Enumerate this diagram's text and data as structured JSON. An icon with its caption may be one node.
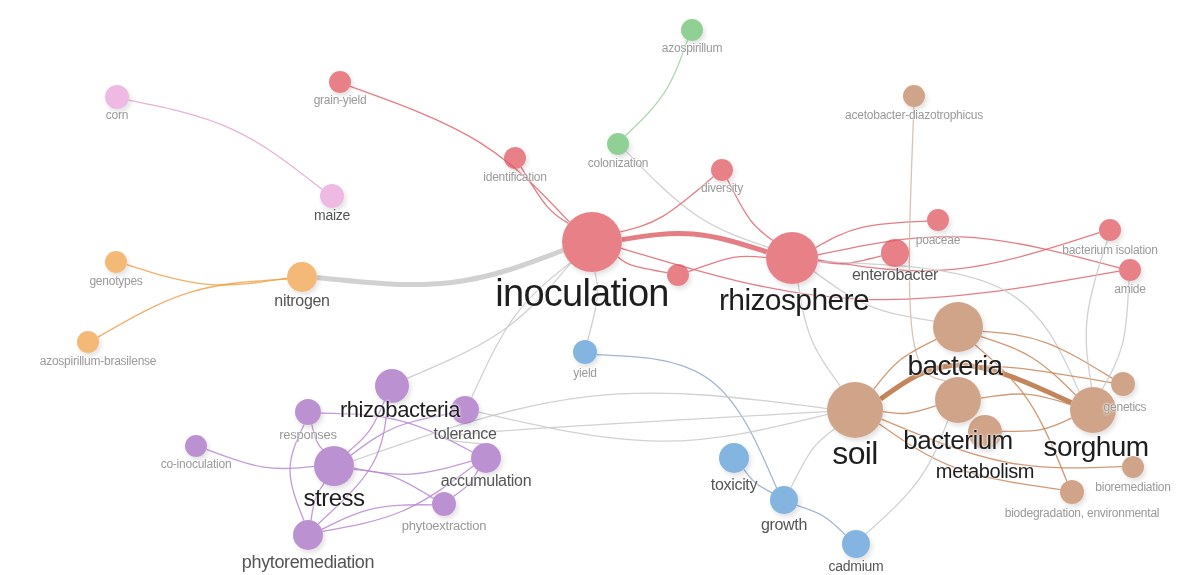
{
  "diagram": {
    "nodes": [
      {
        "text": [
          "corn"
        ]
      },
      {
        "text": [
          "maize"
        ]
      },
      {
        "text": [
          "genotypes"
        ]
      },
      {
        "text": [
          "nitrogen"
        ]
      },
      {
        "text": [
          "azospirillum-brasilense"
        ]
      },
      {
        "text": [
          "grain-yield"
        ]
      },
      {
        "text": [
          "identification"
        ]
      },
      {
        "text": [
          "azospirillum"
        ]
      },
      {
        "text": [
          "colonization"
        ]
      },
      {
        "text": [
          "diversity"
        ]
      },
      {
        "text": [
          "acetobacter-diazotrophicus"
        ]
      },
      {
        "text": [
          "poaceae"
        ]
      },
      {
        "text": [
          "bacterium isolation"
        ]
      },
      {
        "text": [
          "amide"
        ]
      },
      {
        "text": [
          "inoculation"
        ]
      },
      {
        "text": [],
        "shape": "circle"
      },
      {
        "text": [
          "rhizosphere"
        ]
      },
      {
        "text": [
          "enterobacter"
        ]
      },
      {
        "text": [
          "bacteria"
        ]
      },
      {
        "text": [
          "soil"
        ]
      },
      {
        "text": [
          "bacterium"
        ]
      },
      {
        "text": [
          "metabolism"
        ]
      },
      {
        "text": [
          "sorghum"
        ]
      },
      {
        "text": [
          "genetics"
        ]
      },
      {
        "text": [
          "bioremediation"
        ]
      },
      {
        "text": [
          "biodegradation, environmental"
        ]
      },
      {
        "text": [
          "yield"
        ]
      },
      {
        "text": [
          "toxicity"
        ]
      },
      {
        "text": [
          "growth"
        ]
      },
      {
        "text": [
          "cadmium"
        ]
      },
      {
        "text": [
          "rhizobacteria"
        ]
      },
      {
        "text": [
          "responses"
        ]
      },
      {
        "text": [
          "tolerance"
        ]
      },
      {
        "text": [
          "co-inoculation"
        ]
      },
      {
        "text": [
          "stress"
        ]
      },
      {
        "text": [
          "accumulation"
        ]
      },
      {
        "text": [
          "phytoextraction"
        ]
      },
      {
        "text": [
          "phytoremediation"
        ]
      }
    ],
    "edges": [
      {
        "from": 0,
        "to": 1,
        "arrow": "none",
        "color": "#e2a4cf"
      },
      {
        "from": 2,
        "to": 3,
        "arrow": "none",
        "color": "#f0a24a"
      },
      {
        "from": 4,
        "to": 3,
        "arrow": "none",
        "color": "#f0a24a"
      },
      {
        "from": 3,
        "to": 14,
        "arrow": "none",
        "style": "thick"
      },
      {
        "from": 5,
        "to": 14,
        "arrow": "none",
        "color": "#e06670"
      },
      {
        "from": 6,
        "to": 14,
        "arrow": "none",
        "color": "#e06670"
      },
      {
        "from": 7,
        "to": 8,
        "arrow": "none",
        "color": "#9fd49f"
      },
      {
        "from": 8,
        "to": 16,
        "arrow": "none"
      },
      {
        "from": 9,
        "to": 14,
        "arrow": "none",
        "color": "#e06670"
      },
      {
        "from": 9,
        "to": 16,
        "arrow": "none",
        "color": "#e06670"
      },
      {
        "from": 14,
        "to": 16,
        "arrow": "none",
        "style": "thick",
        "color": "#e06670"
      },
      {
        "from": 14,
        "to": 15,
        "arrow": "none",
        "color": "#e06670"
      },
      {
        "from": 15,
        "to": 16,
        "arrow": "none",
        "color": "#e06670"
      },
      {
        "from": 16,
        "to": 17,
        "arrow": "none",
        "color": "#e06670"
      },
      {
        "from": 16,
        "to": 11,
        "arrow": "none",
        "color": "#e06670"
      },
      {
        "from": 16,
        "to": 12,
        "arrow": "none",
        "color": "#e06670"
      },
      {
        "from": 16,
        "to": 13,
        "arrow": "none",
        "color": "#e06670"
      },
      {
        "from": 14,
        "to": 13,
        "arrow": "none",
        "color": "#e06670"
      },
      {
        "from": 10,
        "to": 20,
        "arrow": "none",
        "color": "#d2b8a8"
      },
      {
        "from": 16,
        "to": 18,
        "arrow": "none"
      },
      {
        "from": 16,
        "to": 22,
        "arrow": "none"
      },
      {
        "from": 16,
        "to": 19,
        "arrow": "none"
      },
      {
        "from": 18,
        "to": 22,
        "arrow": "none",
        "color": "#c8875a"
      },
      {
        "from": 18,
        "to": 19,
        "arrow": "none",
        "color": "#c8875a"
      },
      {
        "from": 19,
        "to": 22,
        "arrow": "none",
        "style": "thick",
        "color": "#b8703e"
      },
      {
        "from": 19,
        "to": 20,
        "arrow": "none",
        "color": "#c8875a"
      },
      {
        "from": 20,
        "to": 22,
        "arrow": "none",
        "color": "#c8875a"
      },
      {
        "from": 19,
        "to": 23,
        "arrow": "none",
        "color": "#c8875a"
      },
      {
        "from": 18,
        "to": 23,
        "arrow": "none",
        "color": "#c8875a"
      },
      {
        "from": 21,
        "to": 22,
        "arrow": "none",
        "color": "#c8875a"
      },
      {
        "from": 19,
        "to": 24,
        "arrow": "none",
        "color": "#c8875a"
      },
      {
        "from": 19,
        "to": 25,
        "arrow": "none",
        "color": "#c8875a"
      },
      {
        "from": 18,
        "to": 25,
        "arrow": "none",
        "color": "#c8875a"
      },
      {
        "from": 12,
        "to": 22,
        "arrow": "none"
      },
      {
        "from": 13,
        "to": 22,
        "arrow": "none"
      },
      {
        "from": 26,
        "to": 14,
        "arrow": "none"
      },
      {
        "from": 26,
        "to": 28,
        "arrow": "none",
        "color": "#8fa8c8"
      },
      {
        "from": 27,
        "to": 28,
        "arrow": "none",
        "color": "#8fa8c8"
      },
      {
        "from": 28,
        "to": 29,
        "arrow": "none",
        "color": "#8fa8c8"
      },
      {
        "from": 29,
        "to": 20,
        "arrow": "none"
      },
      {
        "from": 28,
        "to": 19,
        "arrow": "none"
      },
      {
        "from": 30,
        "to": 14,
        "arrow": "none"
      },
      {
        "from": 32,
        "to": 14,
        "arrow": "none"
      },
      {
        "from": 32,
        "to": 19,
        "arrow": "none"
      },
      {
        "from": 34,
        "to": 19,
        "arrow": "none"
      },
      {
        "from": 35,
        "to": 19,
        "arrow": "none"
      },
      {
        "from": 30,
        "to": 34,
        "arrow": "none",
        "color": "#b88ad0"
      },
      {
        "from": 31,
        "to": 34,
        "arrow": "none",
        "color": "#b88ad0"
      },
      {
        "from": 31,
        "to": 35,
        "arrow": "none",
        "color": "#b88ad0"
      },
      {
        "from": 33,
        "to": 34,
        "arrow": "none",
        "color": "#b88ad0"
      },
      {
        "from": 34,
        "to": 32,
        "arrow": "none",
        "color": "#b88ad0"
      },
      {
        "from": 34,
        "to": 35,
        "arrow": "none",
        "color": "#b88ad0"
      },
      {
        "from": 34,
        "to": 36,
        "arrow": "none",
        "color": "#b88ad0"
      },
      {
        "from": 34,
        "to": 37,
        "arrow": "none",
        "color": "#b88ad0"
      },
      {
        "from": 37,
        "to": 30,
        "arrow": "none",
        "color": "#b88ad0"
      },
      {
        "from": 37,
        "to": 35,
        "arrow": "none",
        "color": "#b88ad0"
      },
      {
        "from": 37,
        "to": 36,
        "arrow": "none",
        "color": "#b88ad0"
      },
      {
        "from": 36,
        "to": 35,
        "arrow": "none",
        "color": "#b88ad0"
      },
      {
        "from": 31,
        "to": 37,
        "arrow": "none",
        "color": "#b88ad0"
      }
    ]
  }
}
